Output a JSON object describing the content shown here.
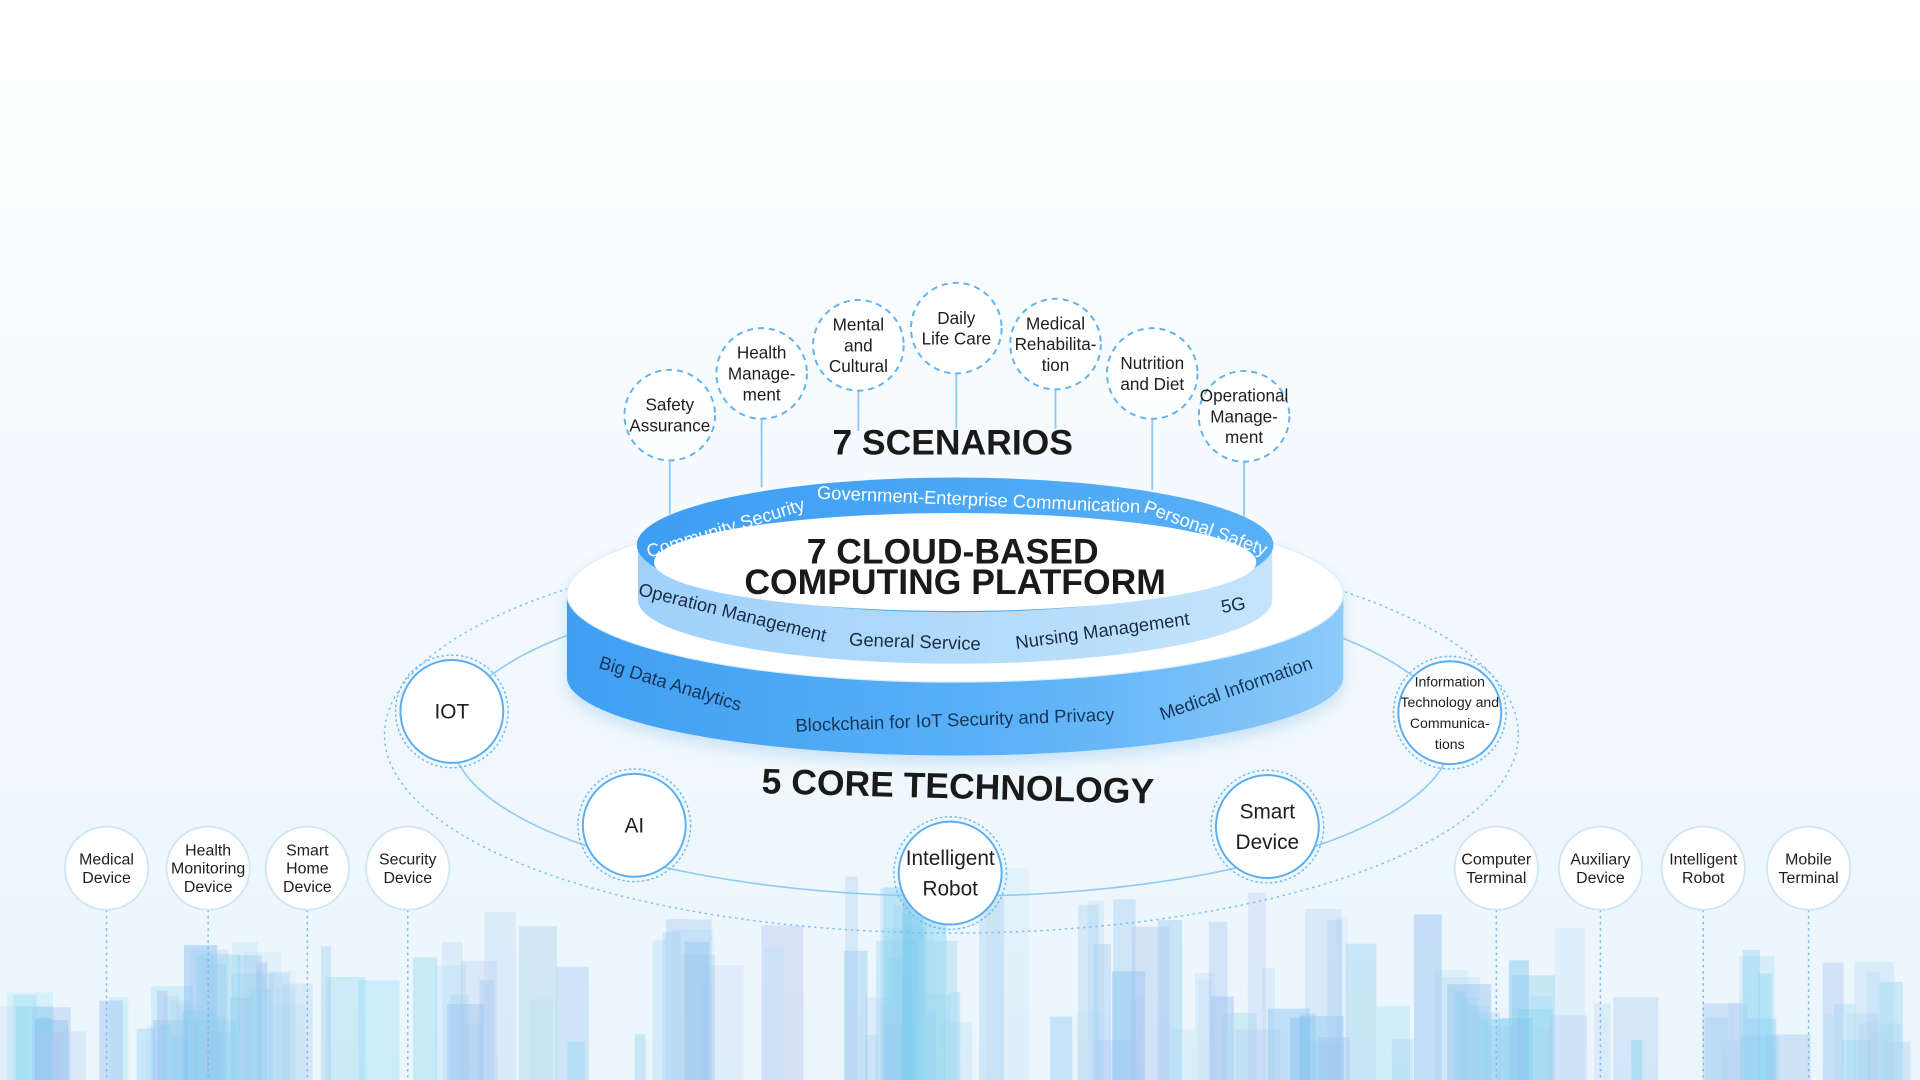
{
  "scenarios_title": "7 SCENARIOS",
  "scenarios": [
    {
      "lines": [
        "Safety",
        "Assurance"
      ]
    },
    {
      "lines": [
        "Health",
        "Manage-",
        "ment"
      ]
    },
    {
      "lines": [
        "Mental",
        "and",
        "Cultural"
      ]
    },
    {
      "lines": [
        "Daily",
        "Life Care"
      ]
    },
    {
      "lines": [
        "Medical",
        "Rehabilita-",
        "tion"
      ]
    },
    {
      "lines": [
        "Nutrition",
        "and Diet"
      ]
    },
    {
      "lines": [
        "Operational",
        "Manage-",
        "ment"
      ]
    }
  ],
  "platform": {
    "title_line1": "7 CLOUD-BASED",
    "title_line2": "COMPUTING PLATFORM",
    "ring_outer": [
      "Community Security",
      "Government-Enterprise Communication",
      "Personal Safety"
    ],
    "ring_inner": [
      "Operation Management",
      "General Service",
      "Nursing Management",
      "5G"
    ]
  },
  "core": {
    "title": "5 CORE TECHNOLOGY",
    "band_labels": [
      "Big Data Analytics",
      "Blockchain for IoT Security and Privacy",
      "Medical Information"
    ],
    "technologies": [
      {
        "lines": [
          "IOT"
        ]
      },
      {
        "lines": [
          "AI"
        ]
      },
      {
        "lines": [
          "Intelligent",
          "Robot"
        ]
      },
      {
        "lines": [
          "Smart",
          "Device"
        ]
      },
      {
        "lines": [
          "Information",
          "Technology and",
          "Communica-",
          "tions"
        ]
      }
    ]
  },
  "devices_left": [
    {
      "lines": [
        "Medical",
        "Device"
      ]
    },
    {
      "lines": [
        "Health",
        "Monitoring",
        "Device"
      ]
    },
    {
      "lines": [
        "Smart",
        "Home",
        "Device"
      ]
    },
    {
      "lines": [
        "Security",
        "Device"
      ]
    }
  ],
  "devices_right": [
    {
      "lines": [
        "Computer",
        "Terminal"
      ]
    },
    {
      "lines": [
        "Auxiliary",
        "Device"
      ]
    },
    {
      "lines": [
        "Intelligent",
        "Robot"
      ]
    },
    {
      "lines": [
        "Mobile",
        "Terminal"
      ]
    }
  ],
  "colors": {
    "accent": "#4aa9f6",
    "light": "#a9d7fb",
    "dashed": "#5fb3f2"
  }
}
